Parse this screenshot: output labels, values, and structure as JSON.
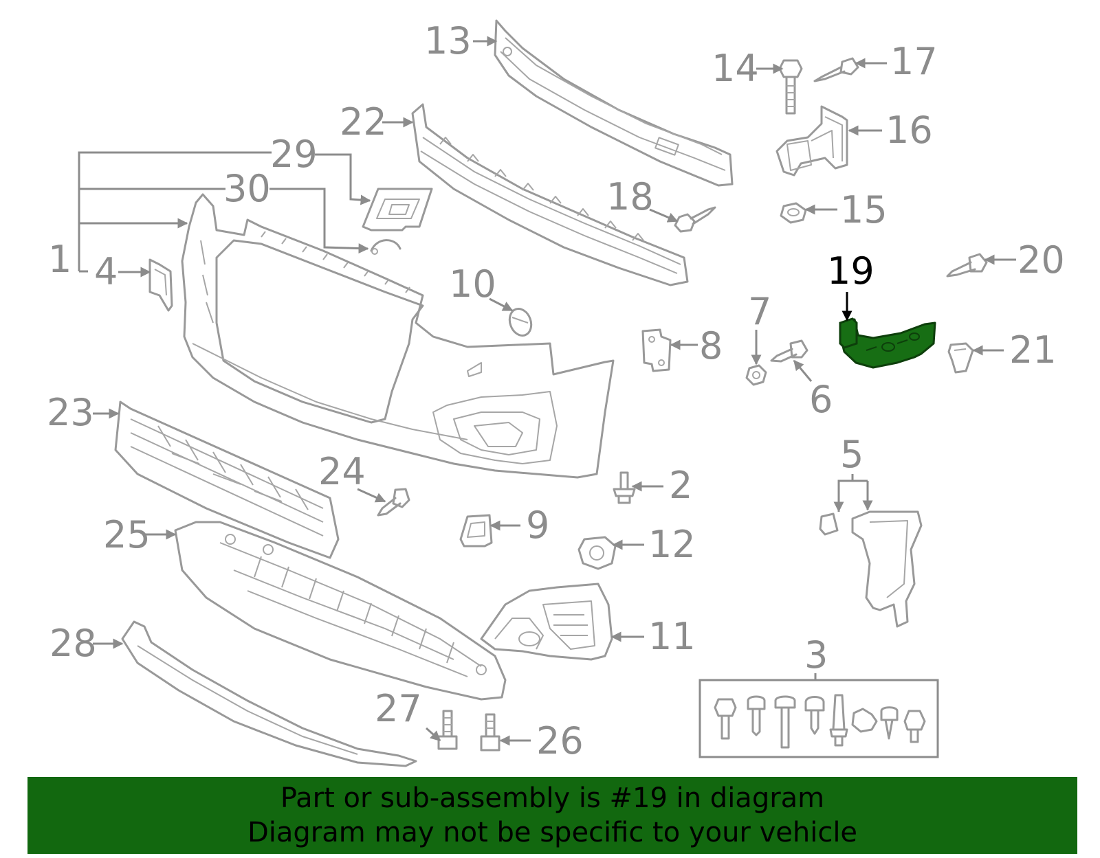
{
  "highlight": {
    "part_number": "19",
    "color": "#176e14"
  },
  "callouts": [
    "1",
    "2",
    "3",
    "4",
    "5",
    "6",
    "7",
    "8",
    "9",
    "10",
    "11",
    "12",
    "13",
    "14",
    "15",
    "16",
    "17",
    "18",
    "19",
    "20",
    "21",
    "22",
    "23",
    "24",
    "25",
    "26",
    "27",
    "28",
    "29",
    "30"
  ],
  "banner": {
    "line1": "Part or sub-assembly is #19 in diagram",
    "line2": "Diagram may not be specific to your vehicle",
    "background": "#12680f"
  },
  "colors": {
    "part_lines": "#999999",
    "callout_text": "#8c8c8c"
  }
}
